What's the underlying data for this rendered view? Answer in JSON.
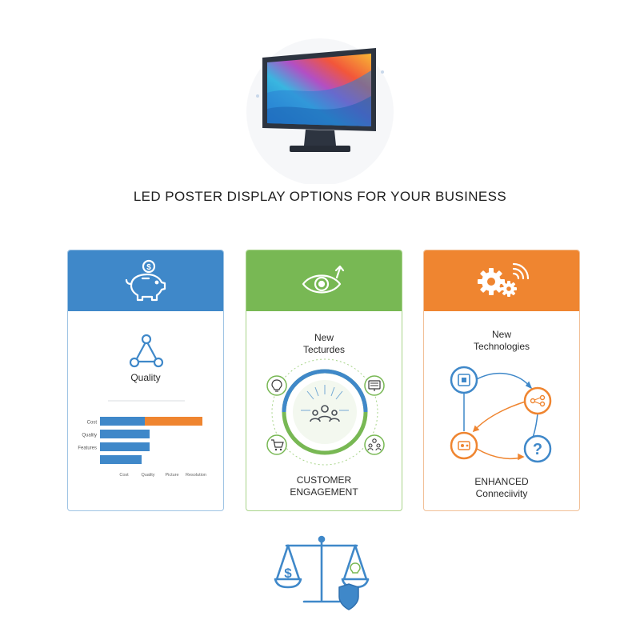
{
  "title": "LED POSTER DISPLAY OPTIONS FOR YOUR BUSINESS",
  "colors": {
    "blue": "#3f88c9",
    "green": "#78b854",
    "orange": "#ef8530",
    "dark": "#1e1e1e"
  },
  "icons": {
    "hero": "monitor-icon",
    "cost": "piggy-bank-icon",
    "engagement": "eye-icon",
    "technology": "gears-wifi-icon",
    "footer": "balance-scale-icon"
  },
  "cards": {
    "cost": {
      "label": "Quality",
      "chart_data": {
        "type": "bar",
        "orientation": "horizontal",
        "categories": [
          "Cost",
          "Quality",
          "Features",
          ""
        ],
        "series": [
          {
            "color": "#3f88c9",
            "values": [
              56,
              62,
              62,
              52
            ]
          },
          {
            "color": "#ef8530",
            "values": [
              72,
              0,
              0,
              0
            ]
          }
        ],
        "x_tick_labels": [
          "Cost",
          "Quality",
          "Picture",
          "Resolution"
        ]
      }
    },
    "engagement": {
      "subtitle_line1": "New",
      "subtitle_line2": "Tecturdes",
      "label_line1": "CUSTOMER",
      "label_line2": "ENGAGEMENT"
    },
    "technology": {
      "subtitle_line1": "New",
      "subtitle_line2": "Technologies",
      "label_line1": "ENHANCED",
      "label_line2": "Conneciivity"
    }
  }
}
